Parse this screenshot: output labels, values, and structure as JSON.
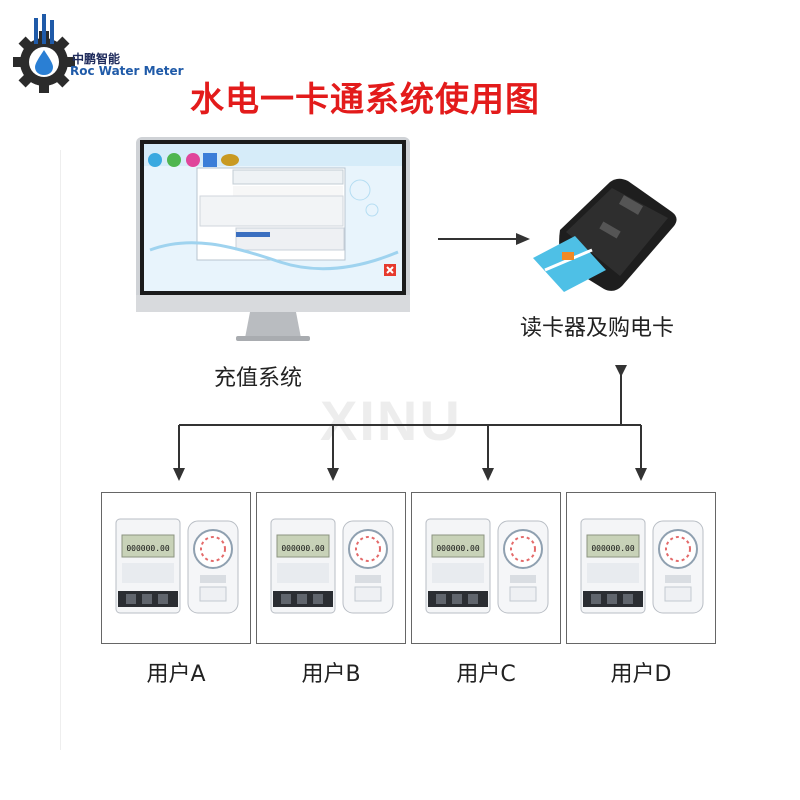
{
  "logo": {
    "cn_text": "中鹏智能",
    "en_text": "Roc Water Meter"
  },
  "title": "水电一卡通系统使用图",
  "recharge_system_label": "充值系统",
  "card_reader_label": "读卡器及购电卡",
  "watermark": "XINU",
  "meter_reading": "000000.00",
  "users": [
    {
      "label": "用户A"
    },
    {
      "label": "用户B"
    },
    {
      "label": "用户C"
    },
    {
      "label": "用户D"
    }
  ],
  "colors": {
    "title": "#e31b1b",
    "logo_blue": "#1f5aa8",
    "logo_dark": "#1f2b5c",
    "lines": "#333333"
  }
}
